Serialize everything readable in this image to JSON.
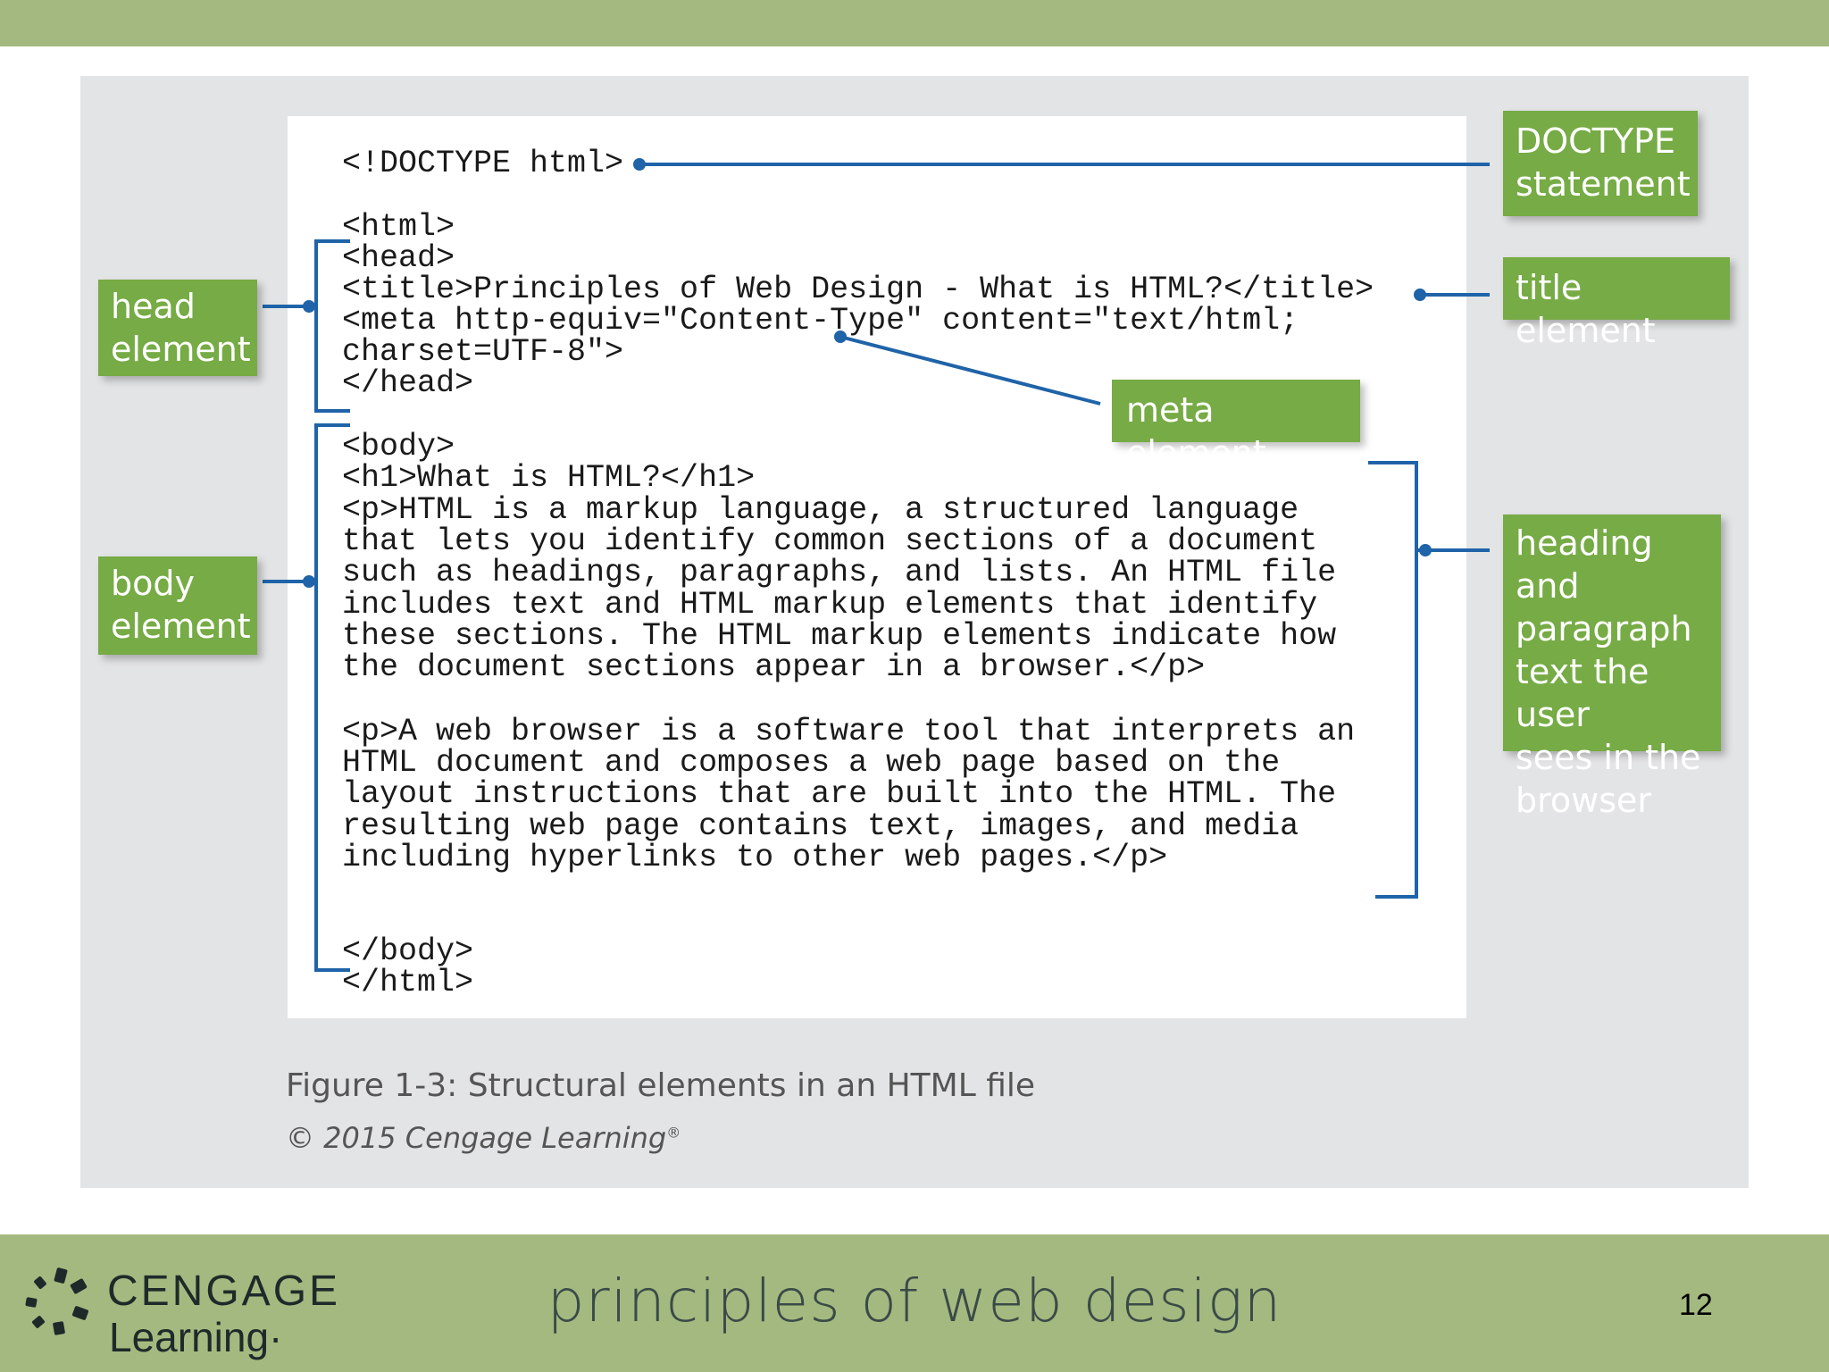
{
  "code_lines": [
    "<!DOCTYPE html>",
    "<html>",
    "<head>",
    "<title>Principles of Web Design - What is HTML?</title>",
    "<meta http-equiv=\"Content-Type\" content=\"text/html;",
    "charset=UTF-8\">",
    "</head>",
    "<body>",
    "<h1>What is HTML?</h1>",
    "<p>HTML is a markup language, a structured language",
    "that lets you identify common sections of a document",
    "such as headings, paragraphs, and lists. An HTML file",
    "includes text and HTML markup elements that identify",
    "these sections. The HTML markup elements indicate how",
    "the document sections appear in a browser.</p>",
    "<p>A web browser is a software tool that interprets an",
    "HTML document and composes a web page based on the",
    "layout instructions that are built into the HTML. The",
    "resulting web page contains text, images, and media",
    "including hyperlinks to other web pages.</p>",
    "</body>",
    "</html>"
  ],
  "callouts": {
    "doctype": [
      "DOCTYPE",
      "statement"
    ],
    "title": [
      "title element"
    ],
    "head": [
      "head",
      "element"
    ],
    "meta": [
      "meta element"
    ],
    "body": [
      "body",
      "element"
    ],
    "heading_paragraph": [
      "heading and",
      "paragraph",
      "text the user",
      "sees in the",
      "browser"
    ]
  },
  "caption": "Figure 1-3: Structural elements in an HTML file",
  "copyright": "© 2015 Cengage Learning",
  "copyright_mark": "®",
  "footer": {
    "logo_line1": "CENGAGE",
    "logo_line2": "Learning",
    "logo_tm": "·",
    "title": "principles of web design",
    "page_number": "12"
  },
  "colors": {
    "band_green": "#a4b97f",
    "callout_green": "#76ab45",
    "connector_blue": "#1f63a8",
    "figure_gray": "#e3e4e5"
  }
}
